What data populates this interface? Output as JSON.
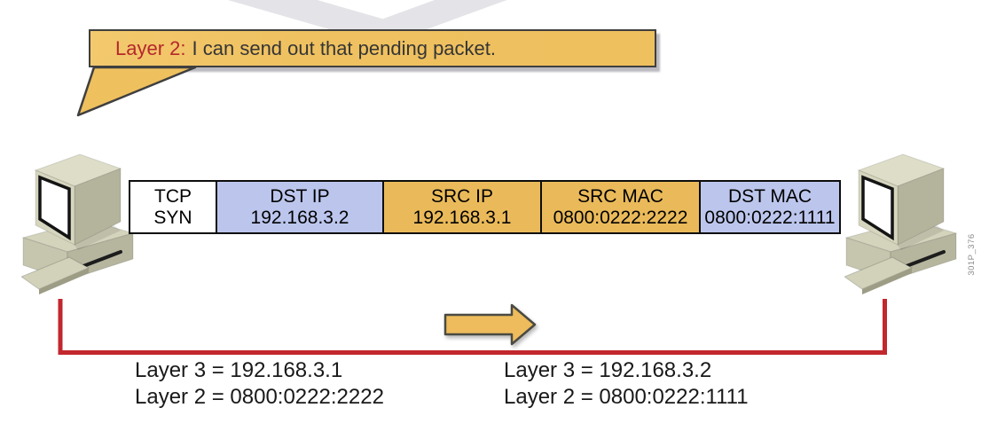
{
  "bubble": {
    "prefix": "Layer 2:",
    "message": "I can send out that pending packet."
  },
  "packet": {
    "fields": [
      {
        "label": "TCP",
        "value": "SYN",
        "style": "white"
      },
      {
        "label": "DST IP",
        "value": "192.168.3.2",
        "style": "blue"
      },
      {
        "label": "SRC IP",
        "value": "192.168.3.1",
        "style": "orange"
      },
      {
        "label": "SRC MAC",
        "value": "0800:0222:2222",
        "style": "orange"
      },
      {
        "label": "DST MAC",
        "value": "0800:0222:1111",
        "style": "blue"
      }
    ]
  },
  "hosts": {
    "left": {
      "lines": [
        "Layer 3 = 192.168.3.1",
        "Layer 2 = 0800:0222:2222"
      ]
    },
    "right": {
      "lines": [
        "Layer 3 = 192.168.3.2",
        "Layer 2 = 0800:0222:1111"
      ]
    }
  },
  "figure_id": "301P_376",
  "colors": {
    "bubble": "#efc05e",
    "packet_blue": "#bcc6ed",
    "packet_orange": "#eaba5a",
    "arrow": "#eebc5c",
    "line_red": "#c2272d",
    "label_red": "#b5282c"
  }
}
